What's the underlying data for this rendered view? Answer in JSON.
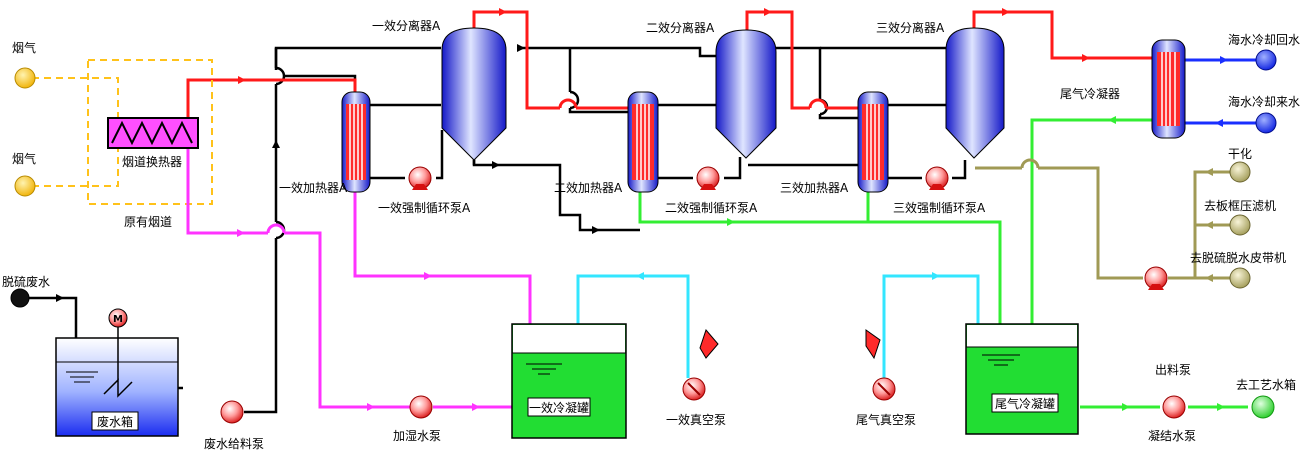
{
  "labels": {
    "flue_gas_in": "烟气",
    "flue_gas_out": "烟气",
    "flue_hx": "烟道换热器",
    "original_duct": "原有烟道",
    "desulf_wastewater": "脱硫废水",
    "waste_tank": "废水箱",
    "waste_feed_pump": "废水给料泵",
    "motor": "M",
    "sep1": "一效分离器A",
    "sep2": "二效分离器A",
    "sep3": "三效分离器A",
    "heater1": "一效加热器A",
    "heater2": "二效加热器A",
    "heater3": "三效加热器A",
    "circ_pump1": "一效强制循环泵A",
    "circ_pump2": "二效强制循环泵A",
    "circ_pump3": "三效强制循环泵A",
    "tail_condenser": "尾气冷凝器",
    "seawater_return": "海水冷却回水",
    "seawater_supply": "海水冷却来水",
    "dry": "干化",
    "filter_press": "去板框压滤机",
    "belt_filter": "去脱硫脱水皮带机",
    "humid_pump": "加湿水泵",
    "cond_tank1": "一效冷凝罐",
    "vac_pump1": "一效真空泵",
    "vac_pump_tail": "尾气真空泵",
    "tail_cond_tank": "尾气冷凝罐",
    "discharge_pump": "出料泵",
    "condensate_pump": "凝结水泵",
    "to_process_water": "去工艺水箱"
  },
  "colors": {
    "steam": "#ff1a1a",
    "process": "#000000",
    "humid": "#ff33ff",
    "vacuum": "#33e6ff",
    "condensate": "#33ee33",
    "seawater": "#1a2fff",
    "sludge": "#a09a55",
    "flue": "#ffc21a",
    "tank_water": "#22dd33"
  }
}
